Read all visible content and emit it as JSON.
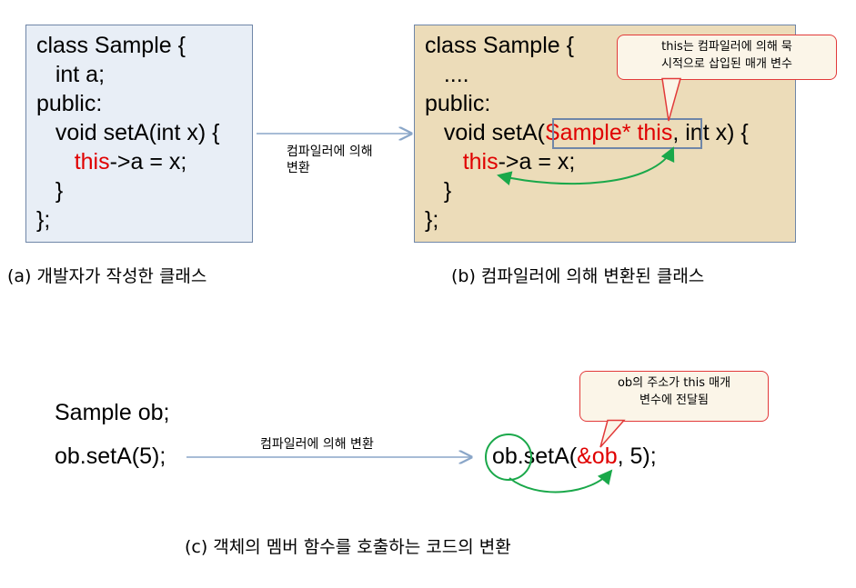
{
  "panel_a": {
    "lines": [
      "class Sample {",
      "   int a;",
      "public:",
      "   void setA(int x) {",
      "      ",
      "   }",
      "};"
    ],
    "this_keyword": "this",
    "this_rest": "->a = x;",
    "caption": "(a) 개발자가 작성한 클래스"
  },
  "panel_b": {
    "line1": "class Sample {",
    "line2": "   ....",
    "line3": "public:",
    "line4_prefix": "   void setA(",
    "line4_param": "Sample* this",
    "line4_suffix": ", int x) {",
    "this_keyword": "this",
    "this_rest": "->a = x;",
    "line6": "   }",
    "line7": "};",
    "callout_line1": "this는 컴파일러에 의해 묵",
    "callout_line2": "시적으로 삽입된 매개 변수",
    "caption": "(b) 컴파일러에 의해 변환된 클래스"
  },
  "arrow_ab_label_line1": "컴파일러에 의해",
  "arrow_ab_label_line2": "변환",
  "panel_c": {
    "decl": "Sample ob;",
    "call": "ob.setA(5);",
    "arrow_label": "컴파일러에 의해 변환",
    "converted_prefix": "ob.setA(",
    "converted_arg": "&ob",
    "converted_suffix": ", 5);",
    "callout_line1": "ob의 주소가 this 매개",
    "callout_line2": "변수에 전달됨",
    "caption": "(c) 객체의 멤버 함수를 호출하는 코드의 변환"
  },
  "colors": {
    "highlight_red": "#e00000",
    "arrow_green": "#1aa84a",
    "arrow_blue": "#8aa6c8",
    "box_a_fill": "#e8eef6",
    "box_b_fill": "#ecdcb9",
    "box_border": "#6f86a8",
    "callout_border": "#e23a3a"
  }
}
